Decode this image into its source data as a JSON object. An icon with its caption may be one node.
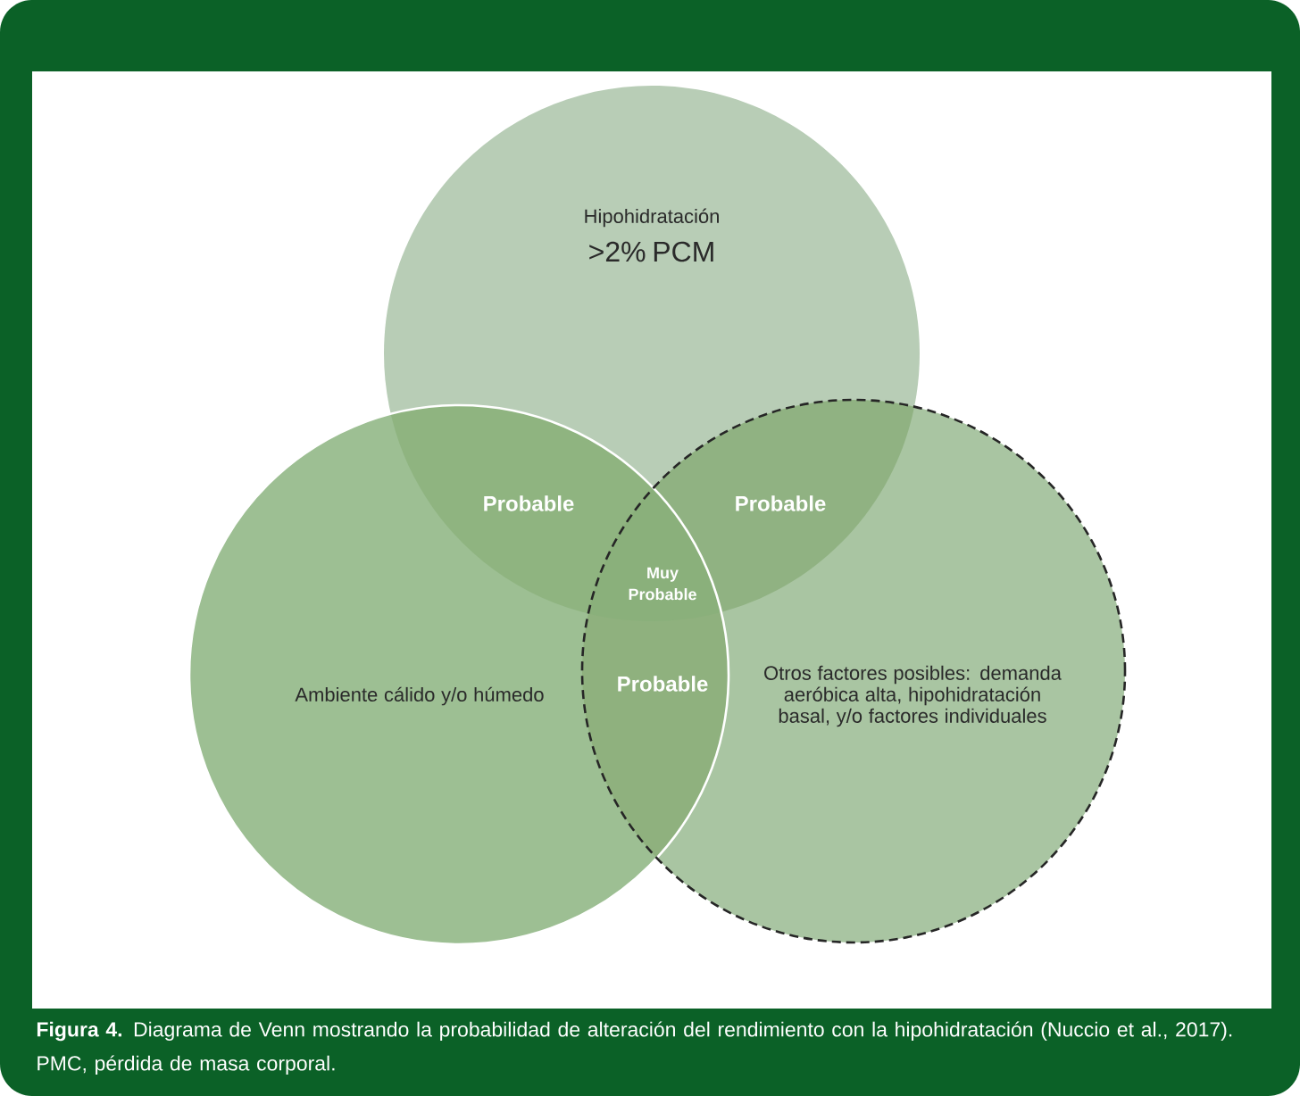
{
  "diagram": {
    "caption": "**Figura 4.** Diagrama de Venn mostrando la probabilidad de alteración del rendimiento con la hipohidratación (Nuccio et al., 2017). PMC, pérdida de masa corporal.",
    "nodes": [
      {
        "text": [
          "Hipohidratación",
          ">2% PCM"
        ]
      },
      {
        "text": [
          "Ambiente cálido y/o húmedo"
        ]
      },
      {
        "text": [
          "Otros factores posibles: demanda aeróbica alta, hipohidratación basal, y/o factores individuales"
        ]
      }
    ],
    "labels": [
      "Probable",
      "Probable",
      "Muy Probable",
      "Probable"
    ]
  }
}
